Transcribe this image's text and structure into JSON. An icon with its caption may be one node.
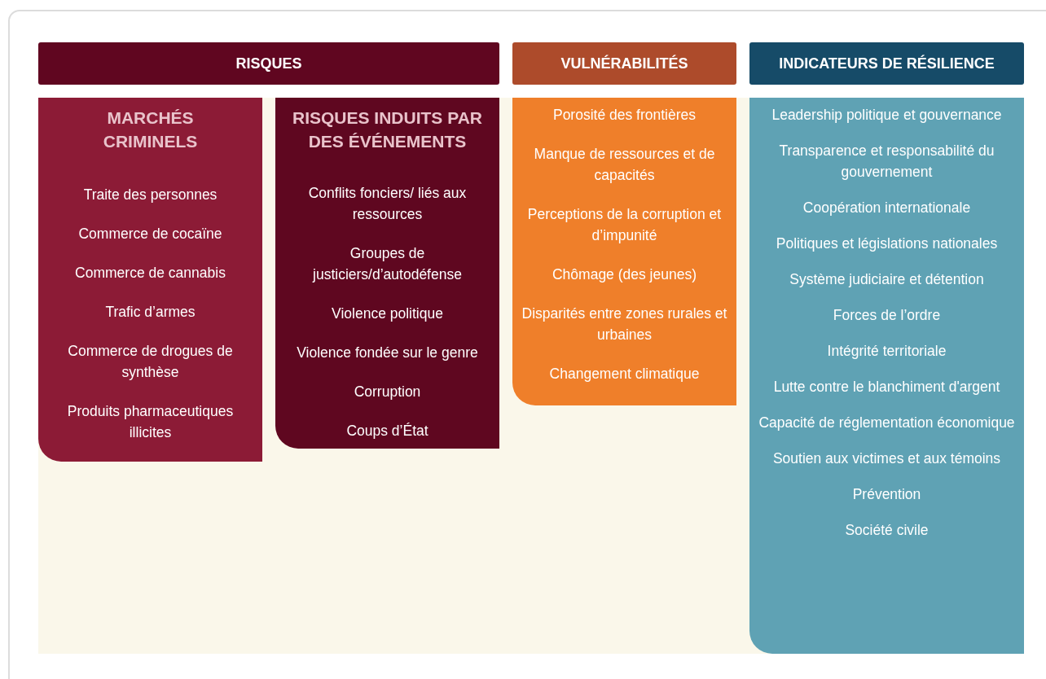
{
  "diagram": {
    "nodes": [
      {
        "text": [
          "RISQUES"
        ]
      },
      {
        "text": [
          "MARCHÉS CRIMINELS",
          "Traite des personnes",
          "Commerce de cocaïne",
          "Commerce de cannabis",
          "Trafic d’armes",
          "Commerce de drogues de synthèse",
          "Produits pharmaceutiques illicites"
        ]
      },
      {
        "text": [
          "RISQUES INDUITS PAR DES ÉVÉNEMENTS",
          "Conflits fonciers/ liés aux ressources",
          "Groupes de justiciers/d’autodéfense",
          "Violence politique",
          "Violence fondée sur le genre",
          "Corruption",
          "Coups d’État"
        ]
      },
      {
        "text": [
          "VULNÉRABILITÉS"
        ]
      },
      {
        "text": [
          "Porosité des frontières",
          "Manque de ressources et de capacités",
          "Perceptions de la corruption et d’impunité",
          "Chômage (des jeunes)",
          "Disparités entre zones rurales et urbaines",
          "Changement climatique"
        ]
      },
      {
        "text": [
          "INDICATEURS DE RÉSILIENCE"
        ]
      },
      {
        "text": [
          "Leadership politique et gouvernance",
          "Transparence et responsabilité du gouvernement",
          "Coopération internationale",
          "Politiques et législations nationales",
          "Système judiciaire et détention",
          "Forces de l’ordre",
          "Intégrité territoriale",
          "Lutte contre le blanchiment d'argent",
          "Capacité de réglementation économique",
          "Soutien aux victimes et aux témoins",
          "Prévention",
          "Société civile"
        ]
      }
    ]
  }
}
